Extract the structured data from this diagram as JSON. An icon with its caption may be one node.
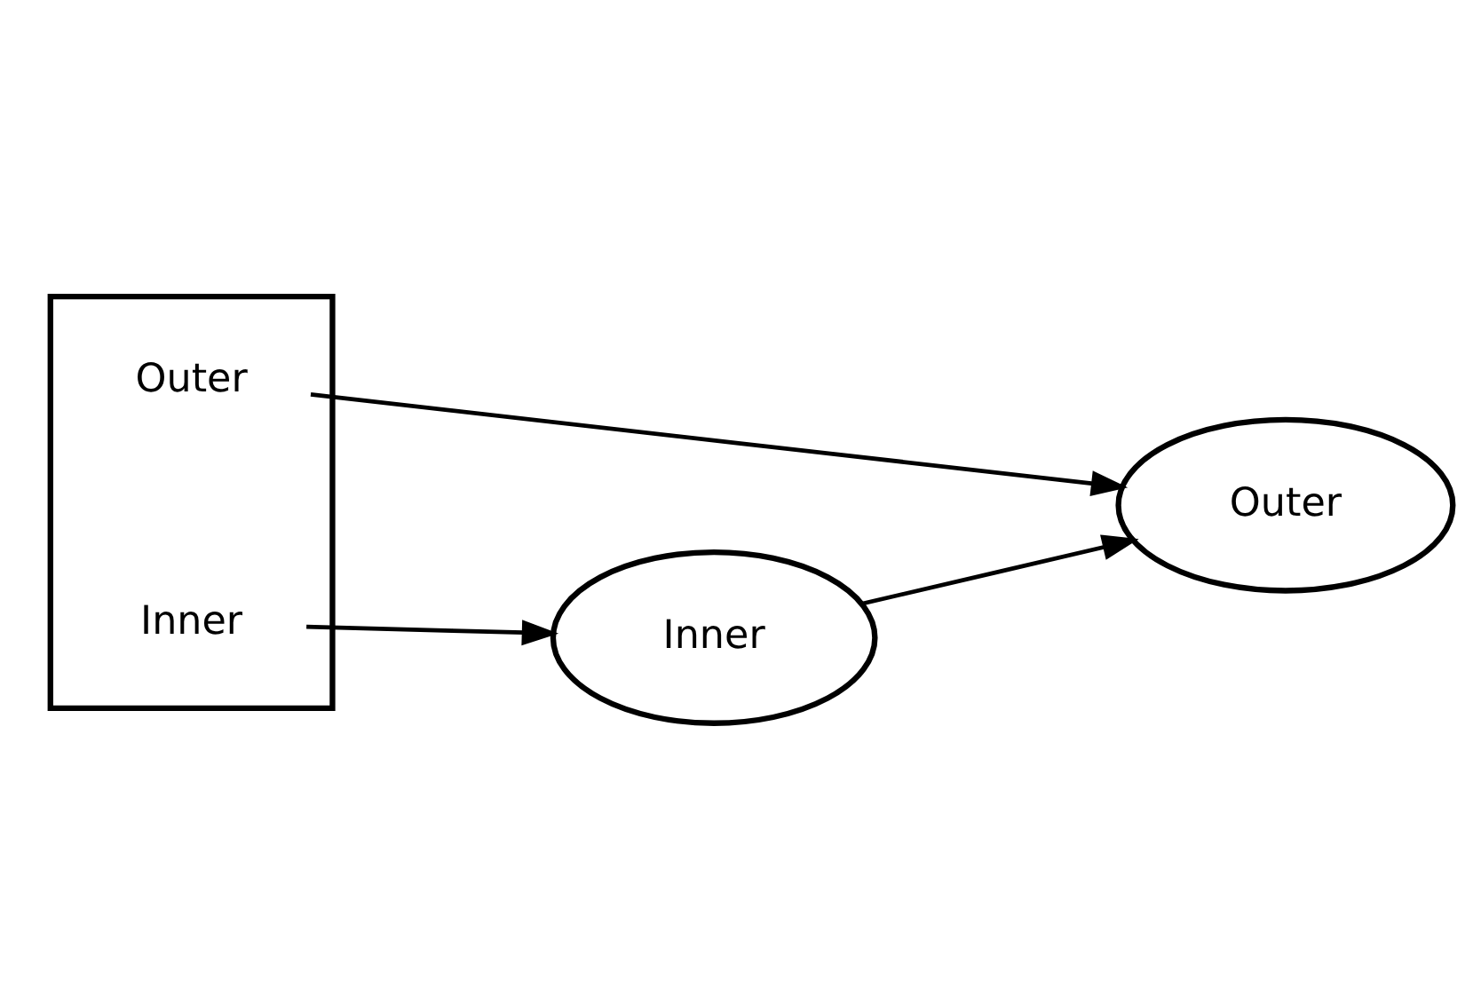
{
  "diagram": {
    "nodes": [
      {
        "text": [],
        "shape": "box"
      },
      {
        "text": [
          "Outer"
        ],
        "in": 0
      },
      {
        "text": [
          "Inner"
        ],
        "in": 0
      },
      {
        "text": [
          "Outer"
        ]
      },
      {
        "text": [
          "Inner"
        ]
      }
    ],
    "edges": [
      {
        "from": 1,
        "to": 3,
        "arrow": "to"
      },
      {
        "from": 2,
        "to": 4,
        "arrow": "to"
      },
      {
        "from": 4,
        "to": 3,
        "arrow": "to"
      }
    ]
  }
}
